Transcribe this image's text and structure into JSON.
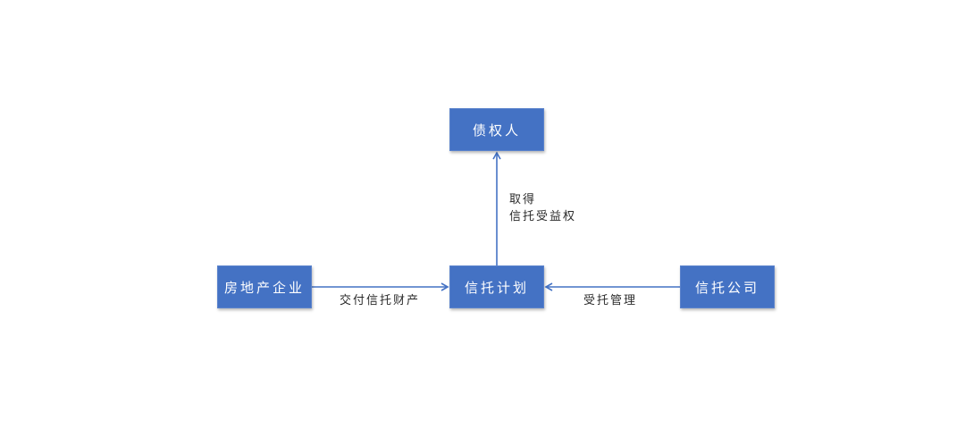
{
  "nodes": {
    "creditor": "债权人",
    "trust_plan": "信托计划",
    "developer": "房地产企业",
    "trust_company": "信托公司"
  },
  "edges": {
    "obtain_line1": "取得",
    "obtain_line2": "信托受益权",
    "deliver": "交付信托财产",
    "manage": "受托管理"
  },
  "colors": {
    "node_fill": "#4472c4",
    "edge": "#4472c4"
  }
}
